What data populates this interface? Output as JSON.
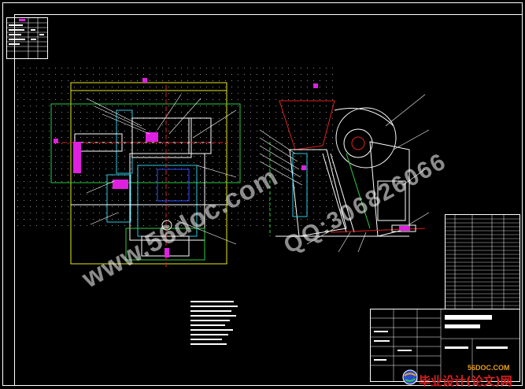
{
  "watermark": {
    "site_text": "www.56doc.com",
    "phone_text": "QQ:306826066"
  },
  "footer_logo": {
    "domain": "56DOC.COM",
    "text": "毕业设计(论文)网",
    "mark_icon": "globe-icon"
  },
  "colors": {
    "background": "#000000",
    "line_white": "#ffffff",
    "line_green": "#2ecc40",
    "line_cyan": "#2ec8e0",
    "line_yellow": "#e8e820",
    "line_blue": "#3050ff",
    "line_red": "#e02020",
    "accent_magenta": "#e020e0",
    "grid_dot": "#8c8c8c"
  }
}
